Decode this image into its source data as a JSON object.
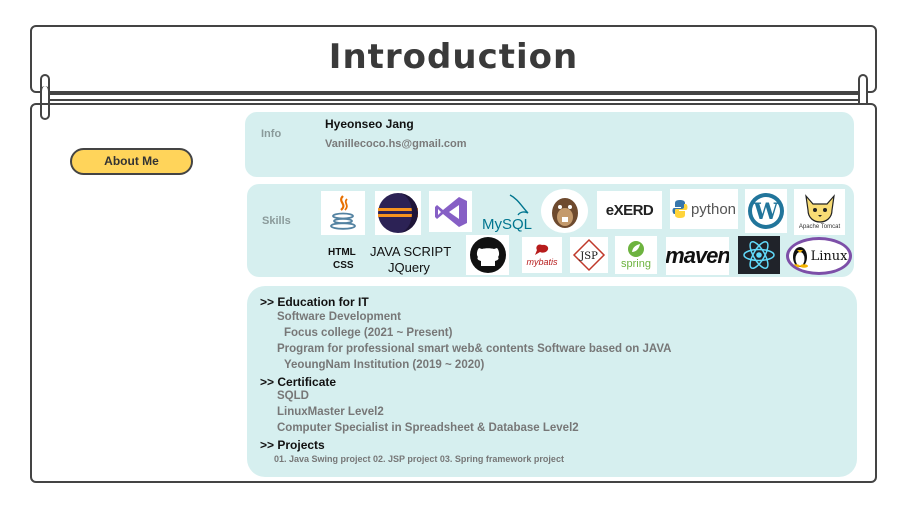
{
  "header": {
    "title": "Introduction"
  },
  "sidebar": {
    "about_me_label": "About Me"
  },
  "info": {
    "label": "Info",
    "name": "Hyeonseo Jang",
    "email": "Vanillecoco.hs@gmail.com"
  },
  "skills": {
    "label": "Skills",
    "text_skills": {
      "html": "HTML",
      "css": "CSS",
      "javascript": "JAVA SCRIPT",
      "jquery": "JQuery"
    },
    "logos": {
      "mysql": "MySQL",
      "erd": "eXERD",
      "python": "python",
      "tomcat": "Apache Tomcat",
      "mybatis": "mybatis",
      "jsp": "JSP",
      "spring": "spring",
      "maven": "maven",
      "linux": "Linux"
    },
    "logo_icons": [
      "java-icon",
      "eclipse-icon",
      "visual-studio-icon",
      "mysql-icon",
      "dbeaver-icon",
      "exerd-icon",
      "python-icon",
      "wordpress-icon",
      "tomcat-icon",
      "github-icon",
      "mybatis-icon",
      "jsp-icon",
      "spring-icon",
      "maven-icon",
      "react-icon",
      "linux-icon"
    ]
  },
  "education": {
    "heading_it": ">> Education for IT",
    "sw_dev": "Software Development",
    "focus_college": "Focus college (2021 ~ Present)",
    "program": "Program for professional smart web& contents Software based on JAVA",
    "yeoungnam": "YeoungNam Institution (2019 ~ 2020)",
    "heading_cert": ">> Certificate",
    "sqld": "SQLD",
    "linuxmaster": "LinuxMaster Level2",
    "comp_specialist": "Computer Specialist in Spreadsheet & Database Level2",
    "heading_projects": ">> Projects",
    "projects_line": "01. Java Swing project  02. JSP project  03. Spring framework project"
  },
  "colors": {
    "panel_bg": "#d6efef",
    "button_bg": "#ffd45a",
    "border": "#444444"
  }
}
